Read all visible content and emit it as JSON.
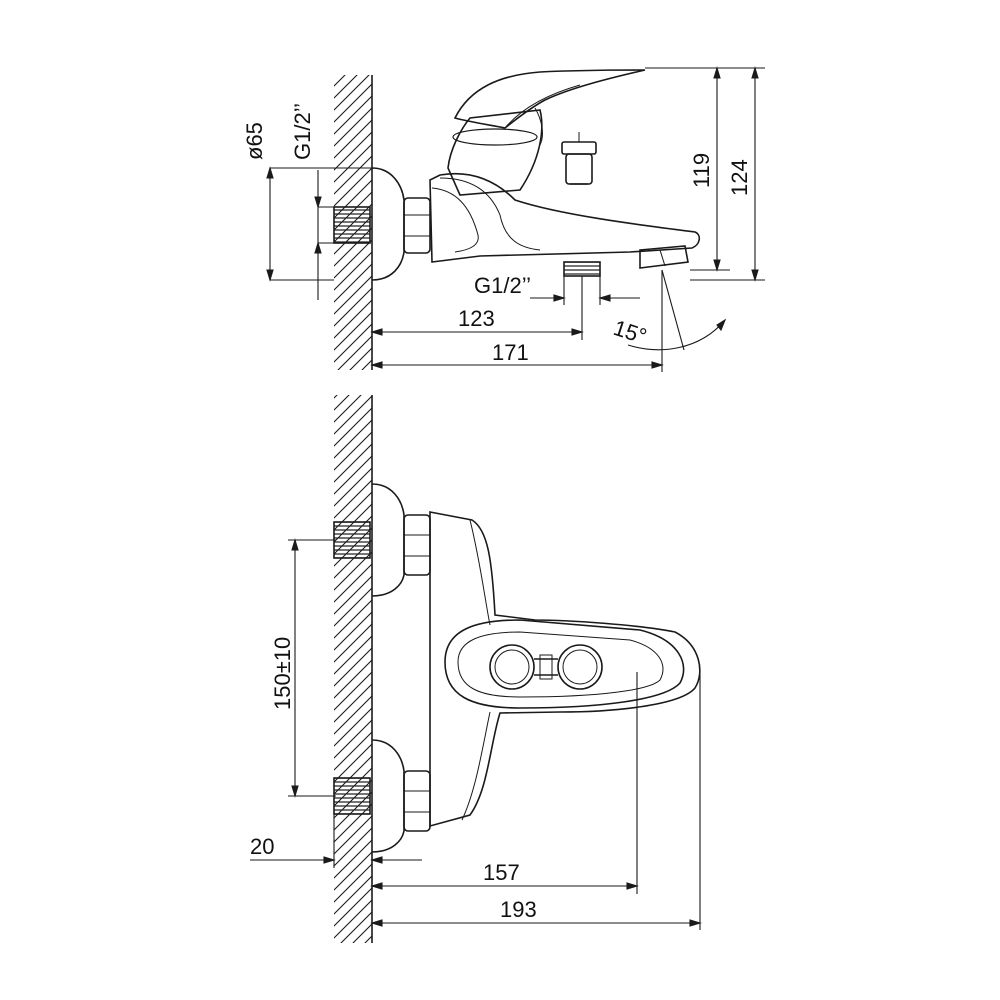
{
  "drawing": {
    "colors": {
      "line": "#1a1a1a",
      "background": "#ffffff"
    },
    "top_view": {
      "dims": {
        "d65": "ø65",
        "g12_wall": "G1/2’’",
        "h119": "119",
        "h124": "124",
        "g12_outlet": "G1/2’’",
        "l123": "123",
        "l171": "171",
        "angle": "15°"
      }
    },
    "front_view": {
      "dims": {
        "c150": "150±10",
        "d20": "20",
        "l157": "157",
        "l193": "193"
      }
    }
  }
}
